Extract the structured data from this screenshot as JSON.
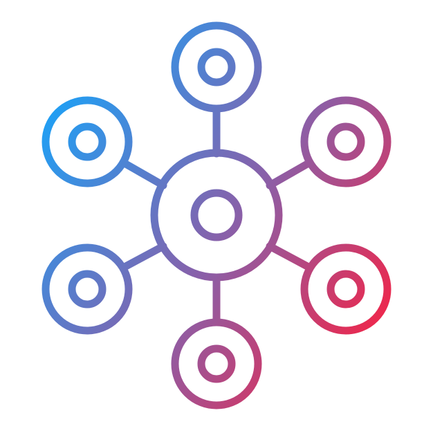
{
  "icon": {
    "name": "network-hub-icon",
    "style": "line-gradient",
    "nodes": [
      "center",
      "top",
      "upper-right",
      "lower-right",
      "bottom",
      "lower-left",
      "upper-left"
    ],
    "colors": {
      "gradient_start": "#1ea0f5",
      "gradient_mid": "#8a5fa8",
      "gradient_end": "#f0264a",
      "background": "#ffffff"
    }
  }
}
